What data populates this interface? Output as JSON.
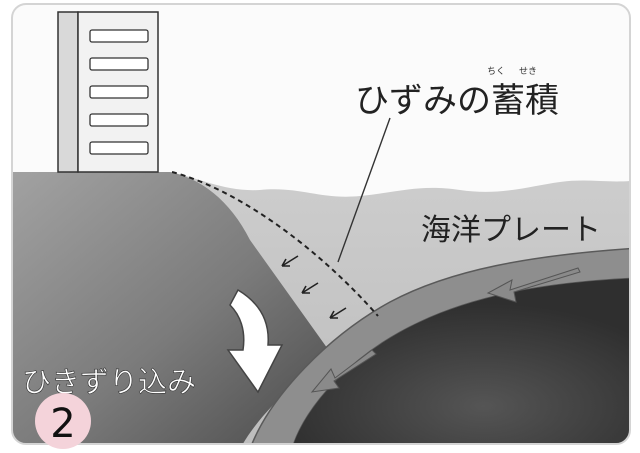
{
  "diagram": {
    "labels": {
      "strain": "ひずみの蓄積",
      "strain_ruby_left": "ちく",
      "strain_ruby_right": "せき",
      "oceanic_plate": "海洋プレート",
      "dragging": "ひきずり込み"
    },
    "step_badge": "2",
    "colors": {
      "panel_border": "#d4d4d4",
      "sky": "#fbfbfb",
      "sea": "#c7c7c7",
      "continent_light": "#9a9a9a",
      "continent_dark": "#565656",
      "slab": "#8e8e8e",
      "mantle": "#3c3c3c",
      "arrow_white": "#ffffff",
      "arrow_gray": "#8a8a8a",
      "badge_fill": "#f4d3da",
      "text_dark": "#222222"
    }
  }
}
